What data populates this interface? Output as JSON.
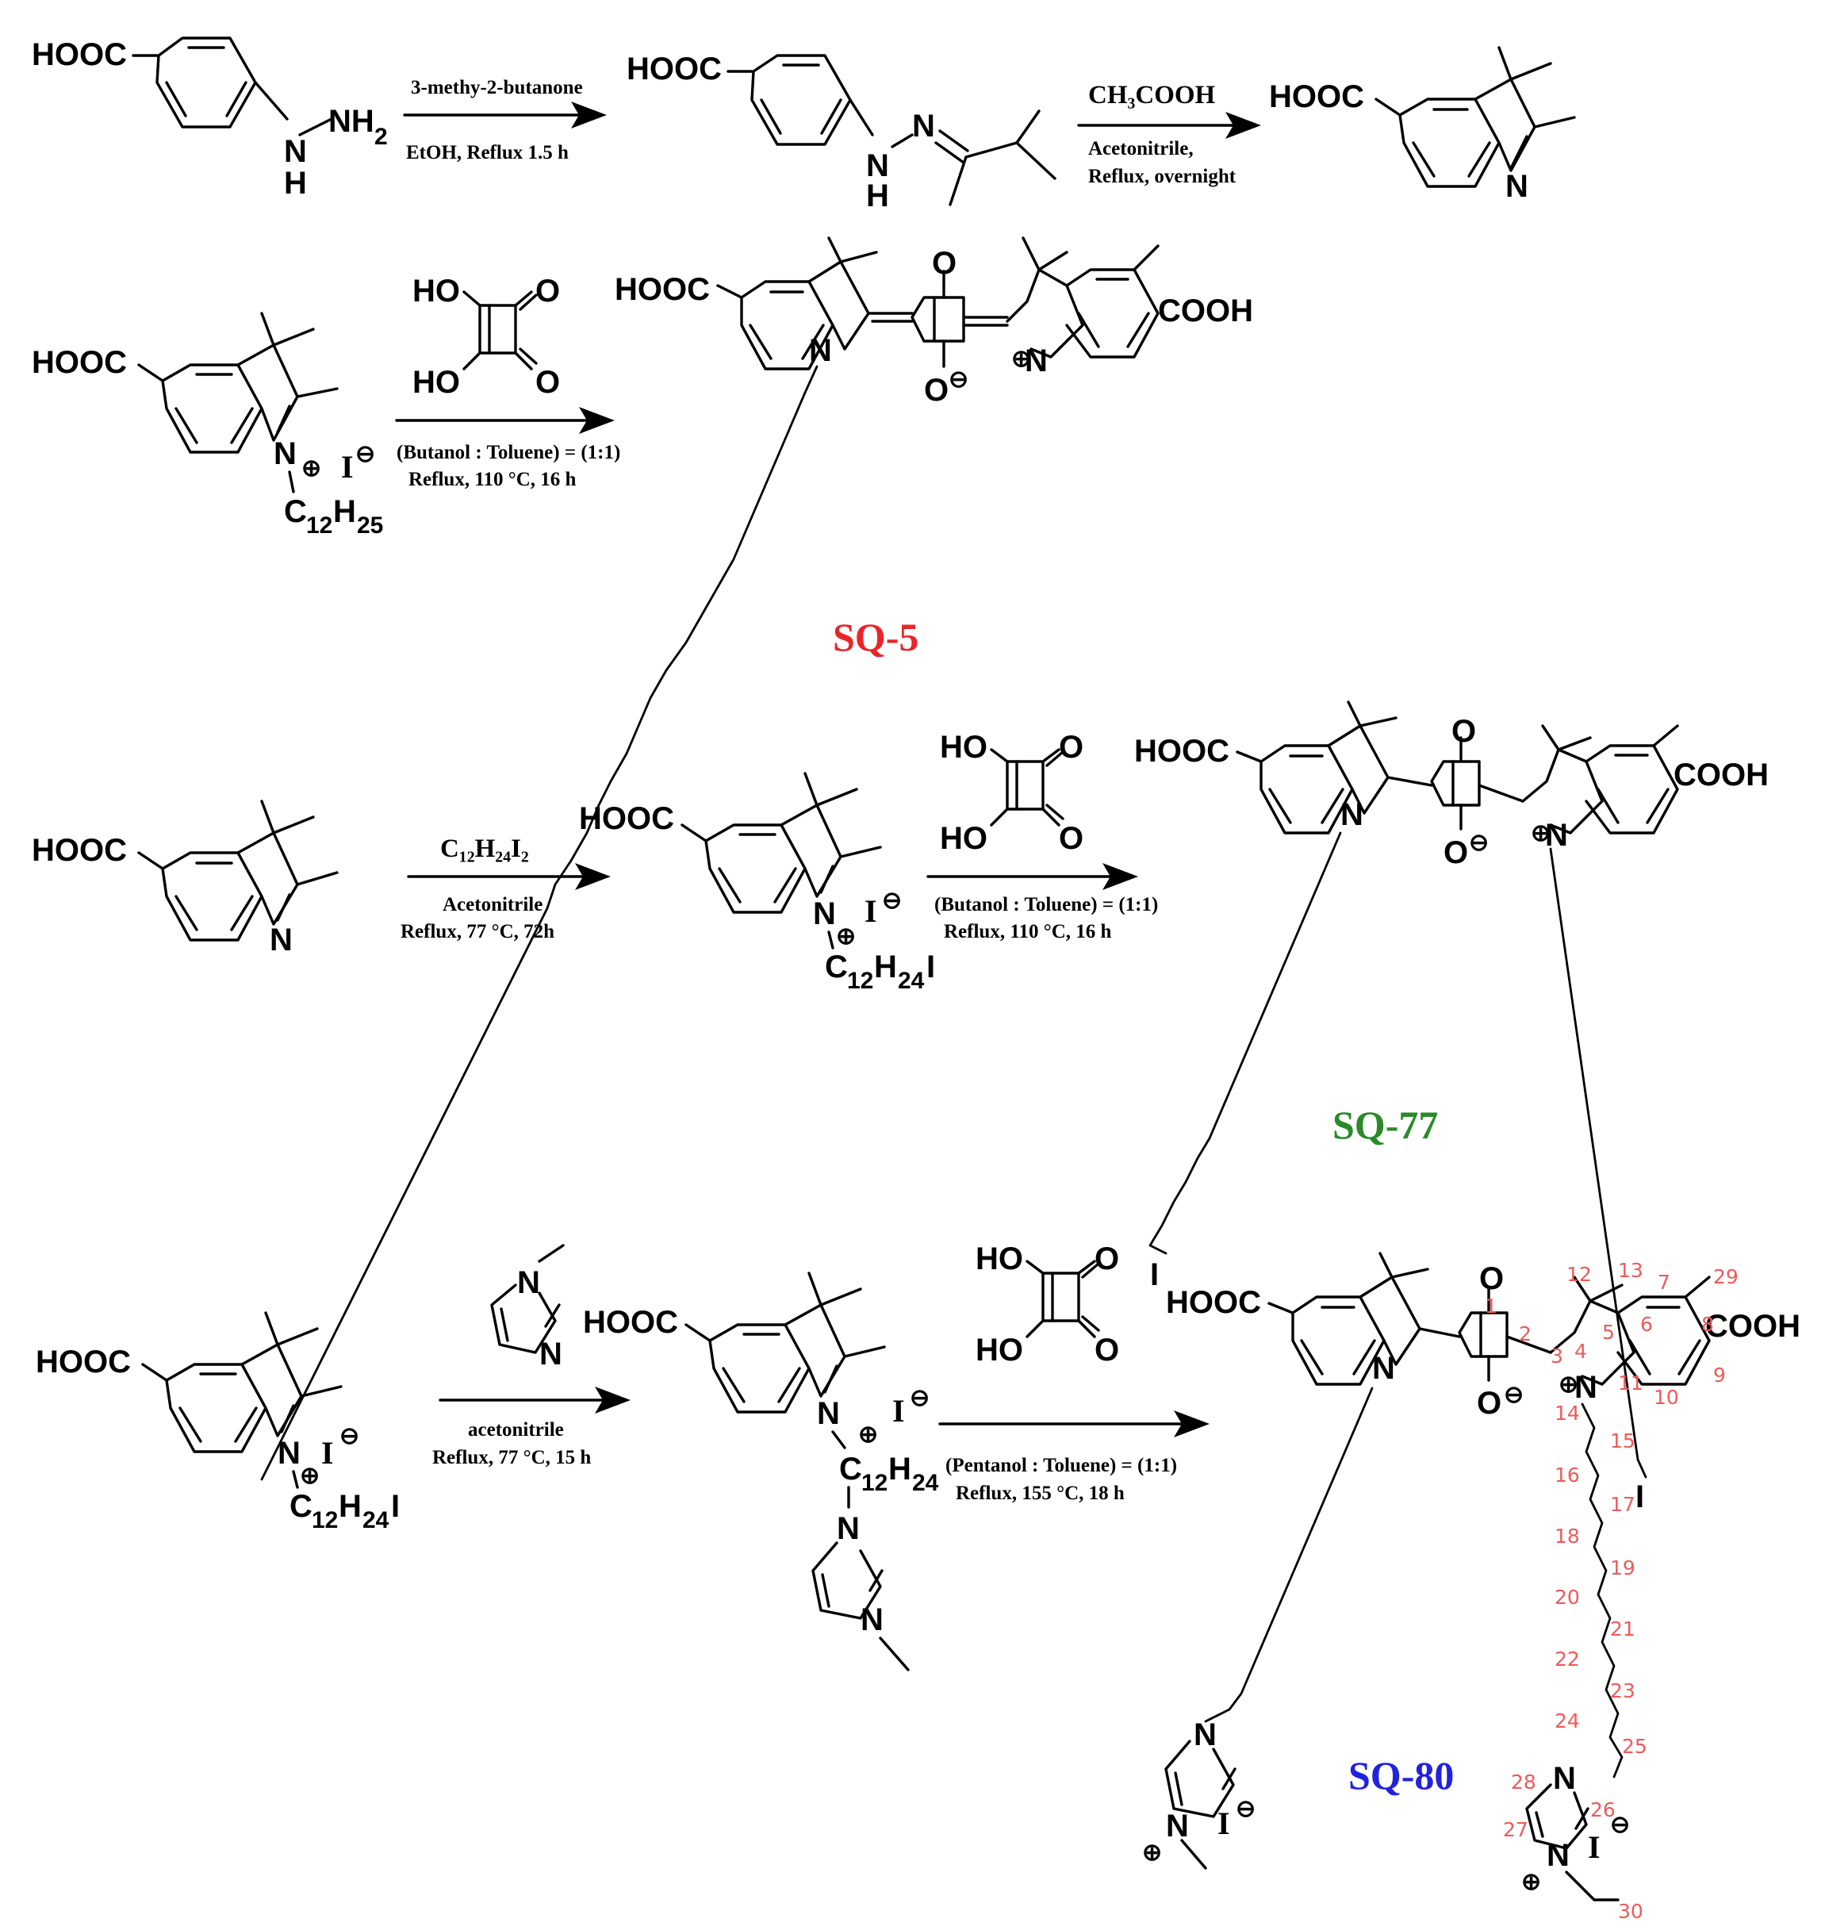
{
  "labels": {
    "hooc": "HOOC",
    "cooh": "COOH",
    "nh2": "NH",
    "nh2_sub": "2",
    "h": "H",
    "n": "N",
    "o": "O",
    "oh": "HO",
    "c12h25": "C",
    "c12h25_sub1": "12",
    "c12h25_h": "H",
    "c12h25_sub2": "25",
    "c12h24i_sub2": "24",
    "iodine": "I",
    "iodide": "I",
    "plus": "⊕",
    "minus": "⊖"
  },
  "reactions": {
    "r1": {
      "reagent": "3-methy-2-butanone",
      "conditions": "EtOH, Reflux 1.5 h"
    },
    "r2": {
      "reagent": "CH₃COOH",
      "conditions_1": "Acetonitrile,",
      "conditions_2": "Reflux, overnight"
    },
    "r3": {
      "conditions_1": "(Butanol : Toluene) = (1:1)",
      "conditions_2": "Reflux, 110 °C, 16 h"
    },
    "r4": {
      "reagent": "C₁₂H₂₄I₂",
      "conditions_1": "Acetonitrile",
      "conditions_2": "Reflux, 77 °C, 72h"
    },
    "r5": {
      "conditions_1": "(Butanol : Toluene) = (1:1)",
      "conditions_2": "Reflux, 110 °C, 16 h"
    },
    "r6": {
      "conditions_1": "acetonitrile",
      "conditions_2": "Reflux, 77 °C, 15 h"
    },
    "r7": {
      "conditions_1": "(Pentanol : Toluene) = (1:1)",
      "conditions_2": "Reflux, 155 °C, 18 h"
    }
  },
  "compounds": {
    "sq5": {
      "name": "SQ-5",
      "color": "#e8262a"
    },
    "sq77": {
      "name": "SQ-77",
      "color": "#2a8a2a"
    },
    "sq80": {
      "name": "SQ-80",
      "color": "#2222dd"
    }
  },
  "atom_numbering": [
    "1",
    "2",
    "3",
    "4",
    "5",
    "6",
    "7",
    "8",
    "9",
    "10",
    "11",
    "12",
    "13",
    "14",
    "15",
    "16",
    "17",
    "18",
    "19",
    "20",
    "21",
    "22",
    "23",
    "24",
    "25",
    "26",
    "27",
    "28",
    "29",
    "30"
  ],
  "number_color": "#ef5a5a"
}
